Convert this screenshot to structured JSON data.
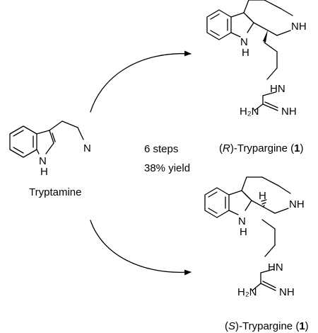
{
  "reaction": {
    "steps": "6 steps",
    "yield": "38% yield"
  },
  "starting_material": {
    "name": "Tryptamine",
    "atoms": {
      "amine": "N",
      "indole_nh": "N",
      "indole_h": "H"
    }
  },
  "product_r": {
    "caption_open": "(",
    "caption_stereo": "R",
    "caption_mid": ")-Trypargine (",
    "caption_num": "1",
    "caption_close": ")",
    "atoms": {
      "ring_nh": "NH",
      "indole_n": "N",
      "indole_h": "H",
      "guan_hn": "HN",
      "guan_h2n": "H₂N",
      "guan_nh": "NH"
    }
  },
  "product_s": {
    "caption_open": "(",
    "caption_stereo": "S",
    "caption_mid": ")-Trypargine (",
    "caption_num": "1",
    "caption_close": ")",
    "atoms": {
      "stereo_h": "H",
      "ring_nh": "NH",
      "indole_n": "N",
      "indole_h": "H",
      "guan_hn": "HN",
      "guan_h2n": "H₂N",
      "guan_nh": "NH"
    }
  }
}
